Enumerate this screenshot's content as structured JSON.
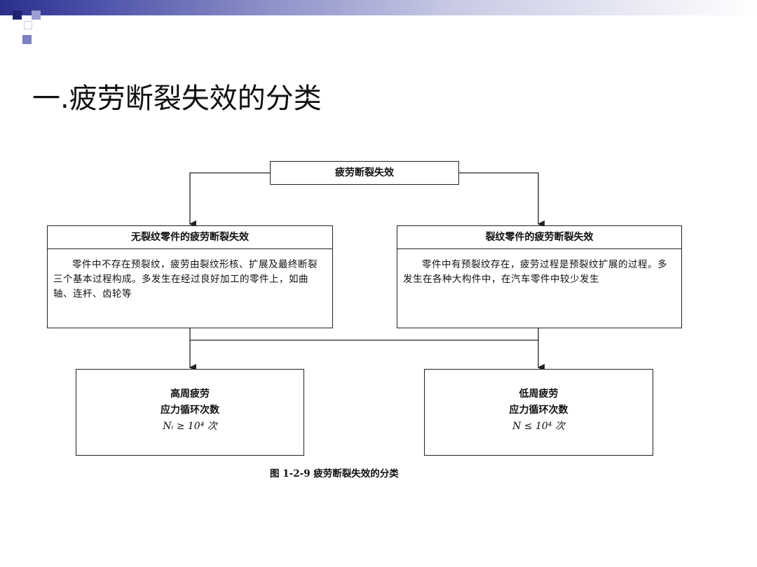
{
  "title": "一.疲劳断裂失效的分类",
  "diagram": {
    "root": "疲劳断裂失效",
    "left": {
      "heading": "无裂纹零件的疲劳断裂失效",
      "body": "零件中不存在预裂纹，疲劳由裂纹形核、扩展及最终断裂三个基本过程构成。多发生在经过良好加工的零件上，如曲轴、连杆、齿轮等"
    },
    "right": {
      "heading": "裂纹零件的疲劳断裂失效",
      "body": "零件中有预裂纹存在，疲劳过程是预裂纹扩展的过程。多发生在各种大构件中，在汽车零件中较少发生"
    },
    "high_cycle": {
      "line1": "高周疲劳",
      "line2": "应力循环次数",
      "line3": "Nᵢ ≥ 10⁴ 次"
    },
    "low_cycle": {
      "line1": "低周疲劳",
      "line2": "应力循环次数",
      "line3": "N ≤ 10⁴ 次"
    },
    "caption": "图 1-2-9   疲劳断裂失效的分类"
  }
}
